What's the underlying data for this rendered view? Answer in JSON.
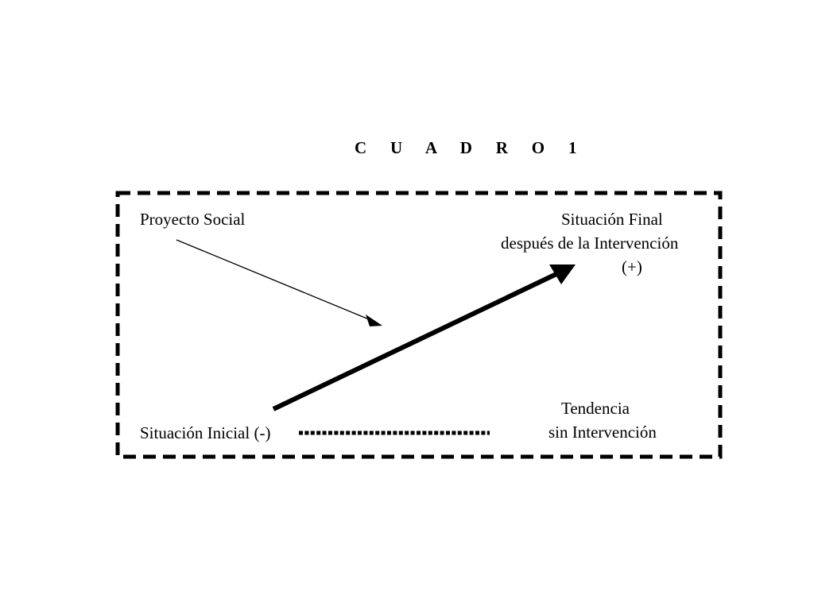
{
  "figure": {
    "title": "C U A D R O   1"
  },
  "labels": {
    "proyecto_social": "Proyecto Social",
    "situacion_final_line1": "Situación Final",
    "situacion_final_line2": "después de la Intervención",
    "situacion_final_line3": "(+)",
    "situacion_inicial": "Situación Inicial (-)",
    "tendencia_line1": "Tendencia",
    "tendencia_line2": "sin Intervención"
  },
  "colors": {
    "ink": "#000000",
    "background": "#ffffff"
  }
}
